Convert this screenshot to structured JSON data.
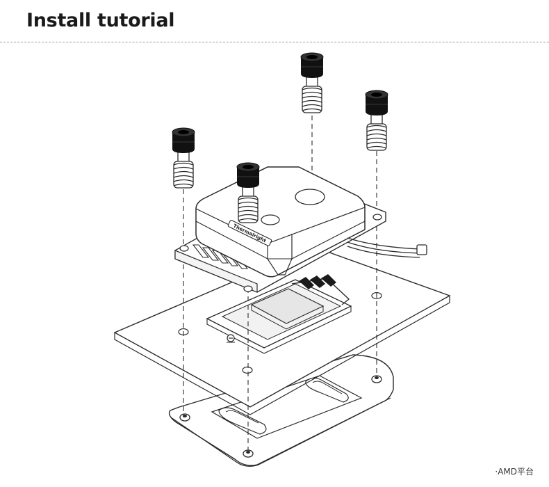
{
  "header": {
    "title": "Install tutorial"
  },
  "diagram": {
    "logo_text": "Thermalright",
    "caption": "·AMD平台"
  },
  "colors": {
    "line": "#2a2a2a",
    "screw_head": "#111111",
    "surface": "#ffffff",
    "shade": "#e6e6e6",
    "divider": "#9a9a9a"
  }
}
